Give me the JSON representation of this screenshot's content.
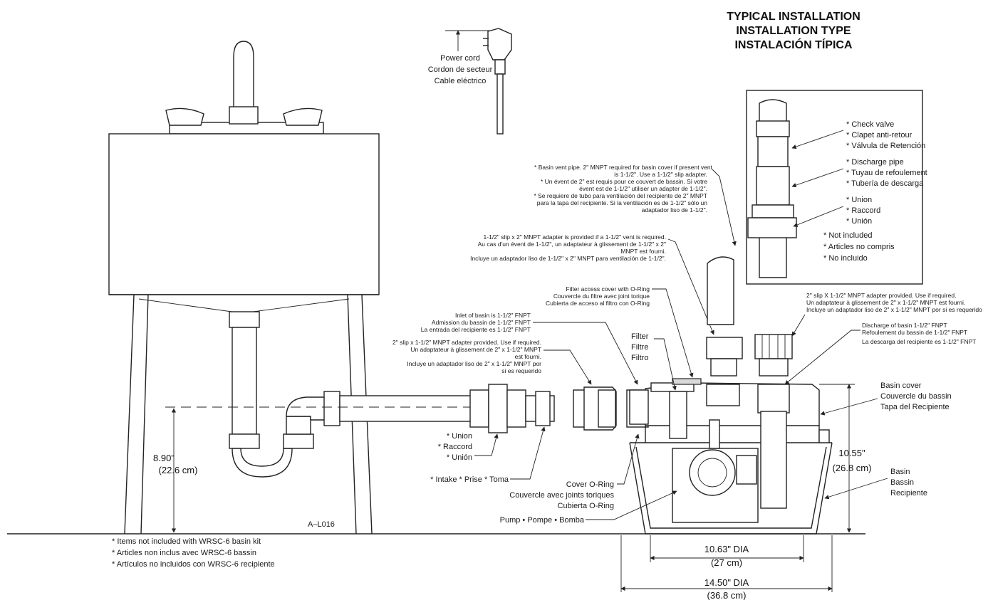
{
  "title": [
    "TYPICAL INSTALLATION",
    "INSTALLATION TYPE",
    "INSTALACIÓN TÍPICA"
  ],
  "power_cord": [
    "Power cord",
    "Cordon de secteur",
    "Cable eléctrico"
  ],
  "inset": {
    "check_valve": [
      "* Check valve",
      "* Clapet anti-retour",
      "* Válvula de Retención"
    ],
    "discharge_pipe": [
      "* Discharge pipe",
      "* Tuyau de refoulement",
      "* Tubería de descarga"
    ],
    "union": [
      "* Union",
      "* Raccord",
      "* Unión"
    ],
    "not_included": [
      "* Not included",
      "* Articles no compris",
      "* No incluido"
    ]
  },
  "vent_pipe_note": [
    "* Basin vent pipe. 2\" MNPT required for basin cover if present vent",
    "is 1-1/2\". Use a 1-1/2\" slip adapter.",
    "* Un évent de 2\" est requis pour ce couvert de bassin. Si votre",
    "évent est de 1-1/2\" utiliser un adapter de 1-1/2\".",
    "* Se requiere de tubo para ventilación del recipiente de 2\" MNPT",
    "para la tapa del recipiente. Si la ventilación es de 1-1/2\" sólo un",
    "adaptador liso de 1-1/2\"."
  ],
  "vent_adapter_note": [
    "1-1/2\" slip x 2\" MNPT adapter is provided if a 1-1/2\" vent is required.",
    "Au cas d'un évent de 1-1/2\", un adaptateur à glissement de 1-1/2\" x 2\"",
    "MNPT est fourni.",
    "Incluye un adaptador liso de 1-1/2\" x 2\" MNPT para ventilación de 1-1/2\"."
  ],
  "filter_cover": [
    "Filter access cover with O-Ring",
    "Couvercle du filtre avec joint torique",
    "Cubierta de acceso al filtro con O-Ring"
  ],
  "inlet": [
    "Inlet of basin is 1-1/2\" FNPT",
    "Admission du bassin de 1-1/2\" FNPT",
    "La entrada del recipiente es 1-1/2\" FNPT"
  ],
  "inlet_adapter": [
    "2\" slip x 1-1/2\" MNPT adapter provided. Use if required.",
    "Un adaptateur à glissement de 2\" x 1-1/2\" MNPT",
    "est fourni.",
    "Incluye un adaptador liso de 2\" x 1-1/2\" MNPT por",
    "si es requerido"
  ],
  "discharge_adapter": [
    "2\" slip X 1-1/2\" MNPT adapter provided. Use if required.",
    "Un adaptateur à glissement de 2\" x 1-1/2\" MNPT est fourni.",
    "Incluye un adaptador liso de 2\" x 1-1/2\" MNPT por si es requerido"
  ],
  "discharge_basin": [
    "Discharge of basin 1-1/2\" FNPT",
    "Refoulement du bassin de 1-1/2\" FNPT",
    "La descarga del recipiente es 1-1/2\" FNPT"
  ],
  "filter": [
    "Filter",
    "Filtre",
    "Filtro"
  ],
  "basin_cover": [
    "Basin cover",
    "Couvercle du bassin",
    "Tapa del Recipiente"
  ],
  "basin": [
    "Basin",
    "Bassin",
    "Recipiente"
  ],
  "union_left": [
    "* Union",
    "* Raccord",
    "* Unión"
  ],
  "intake": "* Intake * Prise * Toma",
  "cover_oring": [
    "Cover O-Ring",
    "Couvercle avec joints toriques",
    "Cubierta O-Ring"
  ],
  "pump": "Pump • Pompe • Bomba",
  "dim_height_left": [
    "8.90\"",
    "(22.6 cm)"
  ],
  "dim_height_right": [
    "10.55\"",
    "(26.8 cm)"
  ],
  "dim_dia_inner": [
    "10.63\" DIA",
    "(27 cm)"
  ],
  "dim_dia_outer": [
    "14.50\" DIA",
    "(36.8 cm)"
  ],
  "model_code": "A–L016",
  "footnote": [
    "* Items not included with WRSC-6 basin kit",
    "* Articles non inclus avec WRSC-6 bassin",
    "* Artículos no incluidos con WRSC-6 recipiente"
  ]
}
